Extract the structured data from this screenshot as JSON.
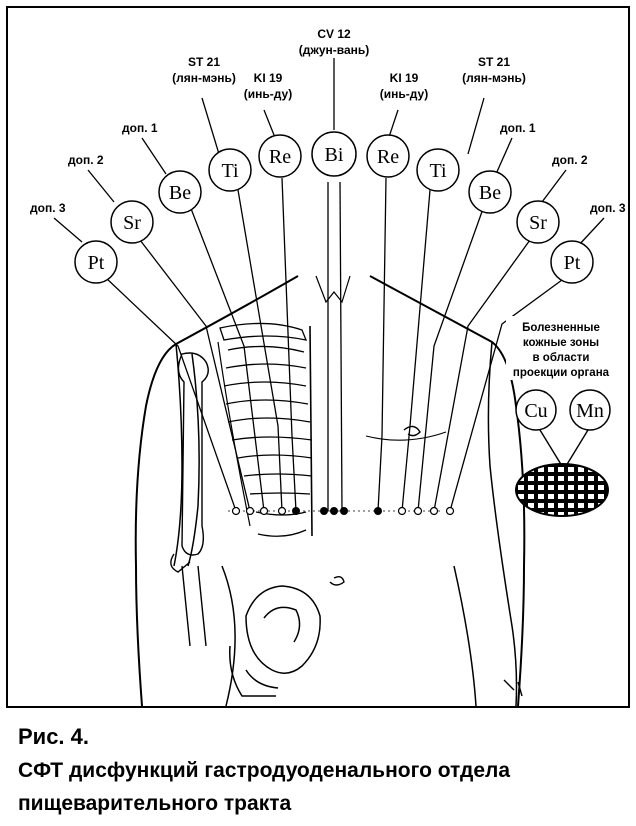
{
  "labels": {
    "cv12_code": "CV 12",
    "cv12_name": "(джун-вань)",
    "st21_code": "ST 21",
    "st21_name": "(лян-мэнь)",
    "ki19_code": "KI 19",
    "ki19_name": "(инь-ду)",
    "dop1": "доп. 1",
    "dop2": "доп. 2",
    "dop3": "доп. 3"
  },
  "circles": {
    "pt": "Pt",
    "sr": "Sr",
    "be": "Be",
    "ti": "Ti",
    "re": "Re",
    "bi": "Bi",
    "cu": "Cu",
    "mn": "Mn"
  },
  "zones": {
    "line1": "Болезненные",
    "line2": "кожные зоны",
    "line3": "в области",
    "line4": "проекции органа"
  },
  "caption": {
    "fig": "Рис. 4.",
    "line1": "СФТ дисфункций гастродуоденального отдела",
    "line2": "пищеварительного тракта"
  }
}
